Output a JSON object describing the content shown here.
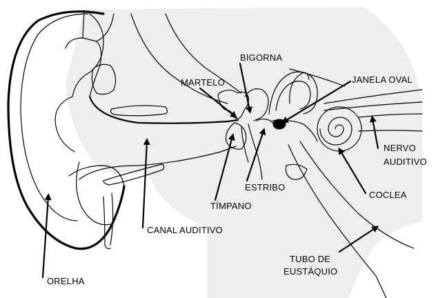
{
  "colors": {
    "background": "#ffffff",
    "tissue_shade": "#eeeeee",
    "line": "#000000"
  },
  "labels": {
    "bigorna": "BIGORNA",
    "martelo": "MARTELO",
    "janela_oval": "JANELA OVAL",
    "nervo_line1": "NERVO",
    "nervo_line2": "AUDITIVO",
    "estribo": "ESTRIBO",
    "coclea": "COCLEA",
    "timpano": "TÍMPANO",
    "canal_auditivo": "CANAL AUDITIVO",
    "tubo_line1": "TUBO DE",
    "tubo_line2": "EUSTÁQUIO",
    "orelha": "ORELHA"
  }
}
